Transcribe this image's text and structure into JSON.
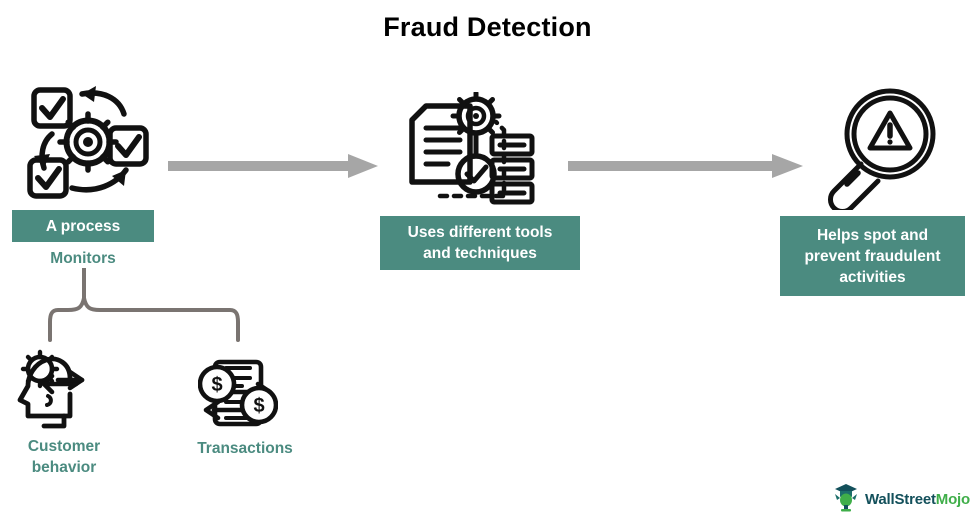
{
  "page": {
    "title": "Fraud Detection",
    "background": "#ffffff"
  },
  "colors": {
    "teal": "#4b8b80",
    "teal_text": "#4b8b80",
    "arrow_gray": "#a6a6a6",
    "brace_gray": "#7a7471",
    "icon_black": "#111111",
    "title_black": "#000000",
    "logo_dark": "#13505b",
    "logo_green": "#3fae49"
  },
  "stages": [
    {
      "id": "stage-1",
      "icon_name": "process-cycle-icon",
      "label": "A process",
      "label_style": "filled",
      "sublabel": "Monitors",
      "sublabel_style": "text"
    },
    {
      "id": "stage-2",
      "icon_name": "tools-and-techniques-icon",
      "label": "Uses different tools and techniques",
      "label_line_1": "Uses different tools",
      "label_line_2": "and techniques",
      "label_style": "filled"
    },
    {
      "id": "stage-3",
      "icon_name": "magnifier-alert-icon",
      "label": "Helps spot and prevent fraudulent activities",
      "label_line_1": "Helps spot and",
      "label_line_2": "prevent fraudulent",
      "label_line_3": "activities",
      "label_style": "filled"
    }
  ],
  "connectors": [
    {
      "id": "arrow-1",
      "name": "arrow-stage1-to-stage2",
      "direction": "right"
    },
    {
      "id": "arrow-2",
      "name": "arrow-stage2-to-stage3",
      "direction": "right"
    },
    {
      "id": "brace-1",
      "name": "monitors-brace-connector",
      "direction": "down"
    }
  ],
  "monitored_items": [
    {
      "id": "monitored-1",
      "icon_name": "customer-behavior-icon",
      "label_line_1": "Customer",
      "label_line_2": "behavior",
      "label": "Customer behavior"
    },
    {
      "id": "monitored-2",
      "icon_name": "transactions-icon",
      "label_line_1": "Transactions",
      "label": "Transactions"
    }
  ],
  "logo": {
    "icon_name": "wallstreetmojo-mascot-icon",
    "text_part_1": "WallStreet",
    "text_part_2": "Mojo"
  }
}
